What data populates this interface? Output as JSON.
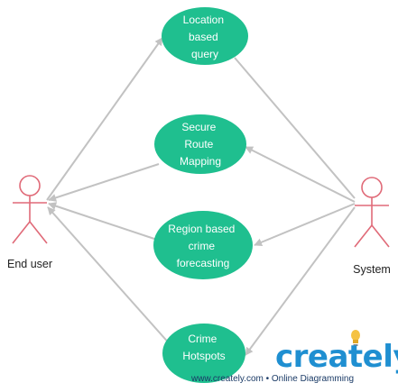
{
  "colors": {
    "use_case_fill": "#1fbf8f",
    "use_case_text": "#ffffff",
    "connector": "#c2c2c2",
    "actor_stroke": "#e06a78",
    "brand_blue": "#1f8fd1",
    "brand_bulb": "#f5c243"
  },
  "actors": {
    "end_user": {
      "label": "End user"
    },
    "system": {
      "label": "System"
    }
  },
  "use_cases": {
    "location_query": {
      "lines": [
        "Location",
        "based",
        "query"
      ]
    },
    "secure_route": {
      "lines": [
        "Secure",
        "Route",
        "Mapping"
      ]
    },
    "region_forecasting": {
      "lines": [
        "Region based",
        "crime",
        "forecasting"
      ]
    },
    "crime_hotspots": {
      "lines": [
        "Crime",
        "Hotspots"
      ]
    }
  },
  "watermark": {
    "brand": "creately",
    "tagline": "www.creately.com • Online Diagramming",
    "icon": "lightbulb-icon"
  }
}
